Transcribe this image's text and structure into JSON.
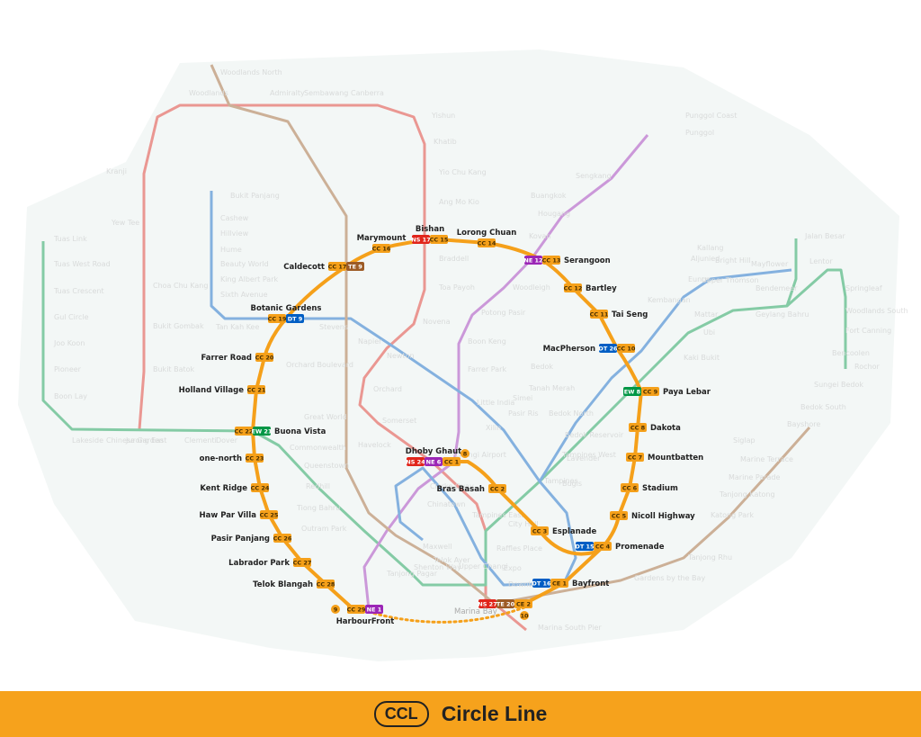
{
  "line_colors": {
    "CC": "#f5a01a",
    "CE": "#f5a01a",
    "NS": "#e1251b",
    "EW": "#009645",
    "NE": "#9b26b6",
    "DT": "#005ec4",
    "TE": "#9d5b25",
    "land": "#eef3f2"
  },
  "circle_line": {
    "stations": [
      {
        "name": "Dhoby Ghaut",
        "codes": [
          {
            "code": "NS 24",
            "line": "NS"
          },
          {
            "code": "NE 6",
            "line": "NE"
          },
          {
            "code": "CC 1",
            "line": "CC"
          }
        ]
      },
      {
        "name": "Bras Basah",
        "codes": [
          {
            "code": "CC 2",
            "line": "CC"
          }
        ]
      },
      {
        "name": "Esplanade",
        "codes": [
          {
            "code": "CC 3",
            "line": "CC"
          }
        ]
      },
      {
        "name": "Promenade",
        "codes": [
          {
            "code": "DT 15",
            "line": "DT"
          },
          {
            "code": "CC 4",
            "line": "CC"
          }
        ]
      },
      {
        "name": "Nicoll Highway",
        "codes": [
          {
            "code": "CC 5",
            "line": "CC"
          }
        ]
      },
      {
        "name": "Stadium",
        "codes": [
          {
            "code": "CC 6",
            "line": "CC"
          }
        ]
      },
      {
        "name": "Mountbatten",
        "codes": [
          {
            "code": "CC 7",
            "line": "CC"
          }
        ]
      },
      {
        "name": "Dakota",
        "codes": [
          {
            "code": "CC 8",
            "line": "CC"
          }
        ]
      },
      {
        "name": "Paya Lebar",
        "codes": [
          {
            "code": "EW 8",
            "line": "EW"
          },
          {
            "code": "CC 9",
            "line": "CC"
          }
        ]
      },
      {
        "name": "MacPherson",
        "codes": [
          {
            "code": "DT 26",
            "line": "DT"
          },
          {
            "code": "CC 10",
            "line": "CC"
          }
        ]
      },
      {
        "name": "Tai Seng",
        "codes": [
          {
            "code": "CC 11",
            "line": "CC"
          }
        ]
      },
      {
        "name": "Bartley",
        "codes": [
          {
            "code": "CC 12",
            "line": "CC"
          }
        ]
      },
      {
        "name": "Serangoon",
        "codes": [
          {
            "code": "NE 12",
            "line": "NE"
          },
          {
            "code": "CC 13",
            "line": "CC"
          }
        ]
      },
      {
        "name": "Lorong Chuan",
        "codes": [
          {
            "code": "CC 14",
            "line": "CC"
          }
        ]
      },
      {
        "name": "Bishan",
        "codes": [
          {
            "code": "NS 17",
            "line": "NS"
          },
          {
            "code": "CC 15",
            "line": "CC"
          }
        ]
      },
      {
        "name": "Marymount",
        "codes": [
          {
            "code": "CC 16",
            "line": "CC"
          }
        ]
      },
      {
        "name": "Caldecott",
        "codes": [
          {
            "code": "CC 17",
            "line": "CC"
          },
          {
            "code": "TE 9",
            "line": "TE"
          }
        ]
      },
      {
        "name": "Botanic Gardens",
        "codes": [
          {
            "code": "CC 19",
            "line": "CC"
          },
          {
            "code": "DT 9",
            "line": "DT"
          }
        ]
      },
      {
        "name": "Farrer Road",
        "codes": [
          {
            "code": "CC 20",
            "line": "CC"
          }
        ]
      },
      {
        "name": "Holland Village",
        "codes": [
          {
            "code": "CC 21",
            "line": "CC"
          }
        ]
      },
      {
        "name": "Buona Vista",
        "codes": [
          {
            "code": "CC 22",
            "line": "CC"
          },
          {
            "code": "EW 21",
            "line": "EW"
          }
        ]
      },
      {
        "name": "one-north",
        "codes": [
          {
            "code": "CC 23",
            "line": "CC"
          }
        ]
      },
      {
        "name": "Kent Ridge",
        "codes": [
          {
            "code": "CC 24",
            "line": "CC"
          }
        ]
      },
      {
        "name": "Haw Par Villa",
        "codes": [
          {
            "code": "CC 25",
            "line": "CC"
          }
        ]
      },
      {
        "name": "Pasir Panjang",
        "codes": [
          {
            "code": "CC 26",
            "line": "CC"
          }
        ]
      },
      {
        "name": "Labrador Park",
        "codes": [
          {
            "code": "CC 27",
            "line": "CC"
          }
        ]
      },
      {
        "name": "Telok Blangah",
        "codes": [
          {
            "code": "CC 28",
            "line": "CC"
          }
        ]
      },
      {
        "name": "HarbourFront",
        "codes": [
          {
            "code": "CC 29",
            "line": "CC"
          },
          {
            "code": "NE 1",
            "line": "NE"
          }
        ]
      },
      {
        "name": "Bayfront",
        "codes": [
          {
            "code": "DT 16",
            "line": "DT"
          },
          {
            "code": "CE 1",
            "line": "CE"
          }
        ]
      },
      {
        "name": "Marina Bay",
        "codes": [
          {
            "code": "NS 27",
            "line": "NS"
          },
          {
            "code": "TE 20",
            "line": "TE"
          },
          {
            "code": "CE 2",
            "line": "CE"
          }
        ]
      }
    ],
    "markers": [
      "8",
      "9",
      "10"
    ]
  },
  "other_stations": [
    "Woodlands North",
    "Woodlands",
    "Admiralty",
    "Sembawang",
    "Canberra",
    "Yishun",
    "Khatib",
    "Yio Chu Kang",
    "Ang Mo Kio",
    "Braddell",
    "Toa Payoh",
    "Novena",
    "Newton",
    "Orchard",
    "Somerset",
    "City Hall",
    "Raffles Place",
    "Marina South Pier",
    "Kranji",
    "Yew Tee",
    "Choa Chu Kang",
    "Bukit Gombak",
    "Bukit Batok",
    "Jurong East",
    "Clementi",
    "Dover",
    "Lakeside",
    "Chinese Garden",
    "Tuas Link",
    "Tuas West Road",
    "Tuas Crescent",
    "Gul Circle",
    "Joo Koon",
    "Pioneer",
    "Boon Lay",
    "Commonwealth",
    "Queenstown",
    "Redhill",
    "Tiong Bahru",
    "Outram Park",
    "Tanjong Pagar",
    "Chinatown",
    "Clarke Quay",
    "Little India",
    "Farrer Park",
    "Boon Keng",
    "Potong Pasir",
    "Woodleigh",
    "Kovan",
    "Hougang",
    "Buangkok",
    "Sengkang",
    "Punggol",
    "Punggol Coast",
    "Bukit Panjang",
    "Cashew",
    "Hillview",
    "Hume",
    "Beauty World",
    "King Albert Park",
    "Sixth Avenue",
    "Tan Kah Kee",
    "Stevens",
    "Napier",
    "Orchard Boulevard",
    "Great World",
    "Havelock",
    "Maxwell",
    "Shenton Way",
    "Gardens by the Bay",
    "Tanjong Rhu",
    "Katong Park",
    "Tanjong Katong",
    "Marine Parade",
    "Marine Terrace",
    "Siglap",
    "Bayshore",
    "Bedok South",
    "Sungei Bedok",
    "Upper Thomson",
    "Bright Hill",
    "Mayflower",
    "Lentor",
    "Springleaf",
    "Woodlands South",
    "Fort Canning",
    "Bencoolen",
    "Rochor",
    "Jalan Besar",
    "Bendemeer",
    "Geylang Bahru",
    "Mattar",
    "Ubi",
    "Kaki Bukit",
    "Bedok North",
    "Bedok Reservoir",
    "Tampines West",
    "Tampines",
    "Tampines East",
    "Upper Changi",
    "Expo",
    "Changi Airport",
    "Xilin",
    "Pasir Ris",
    "Simei",
    "Tanah Merah",
    "Bedok",
    "Kembangan",
    "Eunos",
    "Aljunied",
    "Kallang",
    "Lavender",
    "Bugis",
    "Telok Ayer",
    "Downtown"
  ],
  "banner": {
    "code": "CCL",
    "title": "Circle Line"
  }
}
